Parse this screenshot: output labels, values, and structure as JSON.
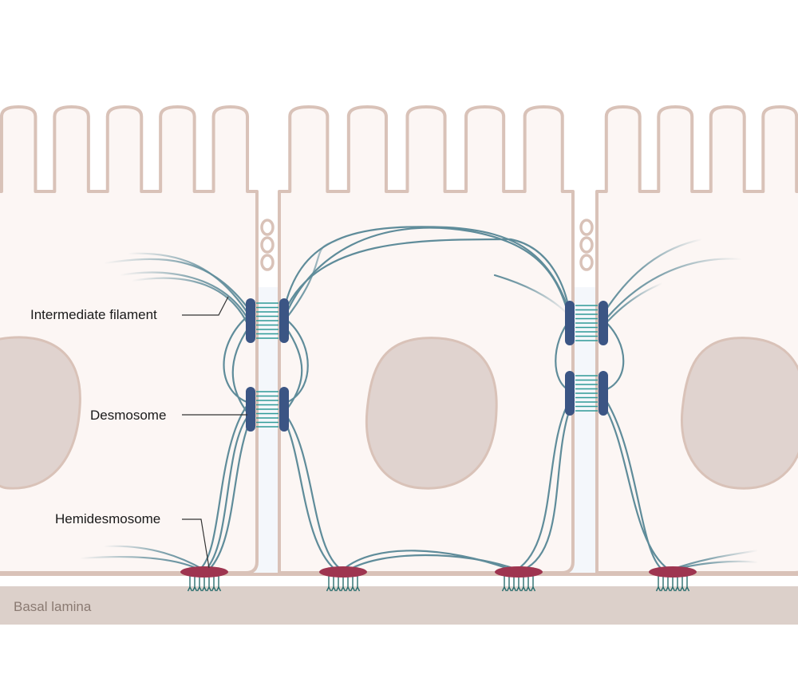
{
  "labels": {
    "intermediate_filament": "Intermediate filament",
    "desmosome": "Desmosome",
    "hemidesmosome": "Hemidesmosome",
    "basal_lamina": "Basal lamina"
  },
  "colors": {
    "cell_fill": "#fcf6f4",
    "membrane": "#d9c2b8",
    "nucleus": "#e0d3cf",
    "gap": "#f4f7fb",
    "lamina": "#dcd0ca",
    "lamina_text": "#8a7a72",
    "filament": "#5f8c9a",
    "desmosome_plaque": "#3b5584",
    "desmosome_linker": "#2e9a98",
    "hemidesmosome": "#9e3550",
    "integrin": "#2c6f6f"
  },
  "cells": [
    {
      "name": "cell-left"
    },
    {
      "name": "cell-middle"
    },
    {
      "name": "cell-right"
    }
  ]
}
